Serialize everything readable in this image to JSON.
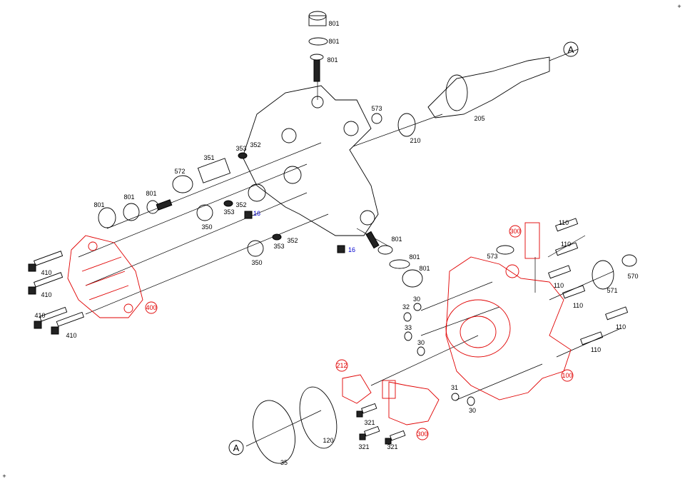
{
  "diagram": {
    "colors": {
      "standard": "#000000",
      "highlighted": "#e00000",
      "reference": "#0000d0"
    },
    "labels": [
      "801",
      "801",
      "801",
      "A",
      "205",
      "573",
      "210",
      "352",
      "353",
      "351",
      "572",
      "801",
      "801",
      "801",
      "353",
      "352",
      "16",
      "350",
      "353",
      "352",
      "350",
      "16",
      "801",
      "801",
      "801",
      "410",
      "410",
      "410",
      "410",
      "400",
      "300",
      "110",
      "110",
      "110",
      "110",
      "110",
      "110",
      "573",
      "570",
      "571",
      "30",
      "32",
      "33",
      "30",
      "100",
      "212",
      "31",
      "30",
      "321",
      "321",
      "321",
      "300",
      "120",
      "35",
      "A"
    ]
  }
}
